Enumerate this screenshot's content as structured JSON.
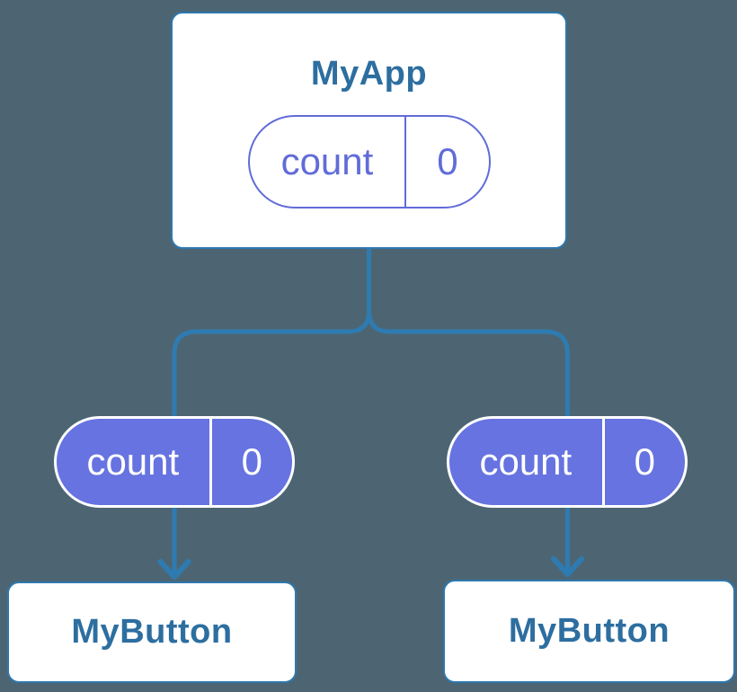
{
  "colors": {
    "background": "#4d6572",
    "connector_line": "#2e7bb1",
    "node_border": "#2e78ae",
    "node_background": "#ffffff",
    "node_title_text": "#2d6ea0",
    "state_pill_accent": "#616cd8",
    "prop_pill_fill": "#6673e0",
    "prop_pill_text": "#ffffff"
  },
  "diagram": {
    "root": {
      "title": "MyApp",
      "state": {
        "name": "count",
        "value": "0"
      }
    },
    "children": [
      {
        "title": "MyButton",
        "prop": {
          "name": "count",
          "value": "0"
        }
      },
      {
        "title": "MyButton",
        "prop": {
          "name": "count",
          "value": "0"
        }
      }
    ]
  }
}
